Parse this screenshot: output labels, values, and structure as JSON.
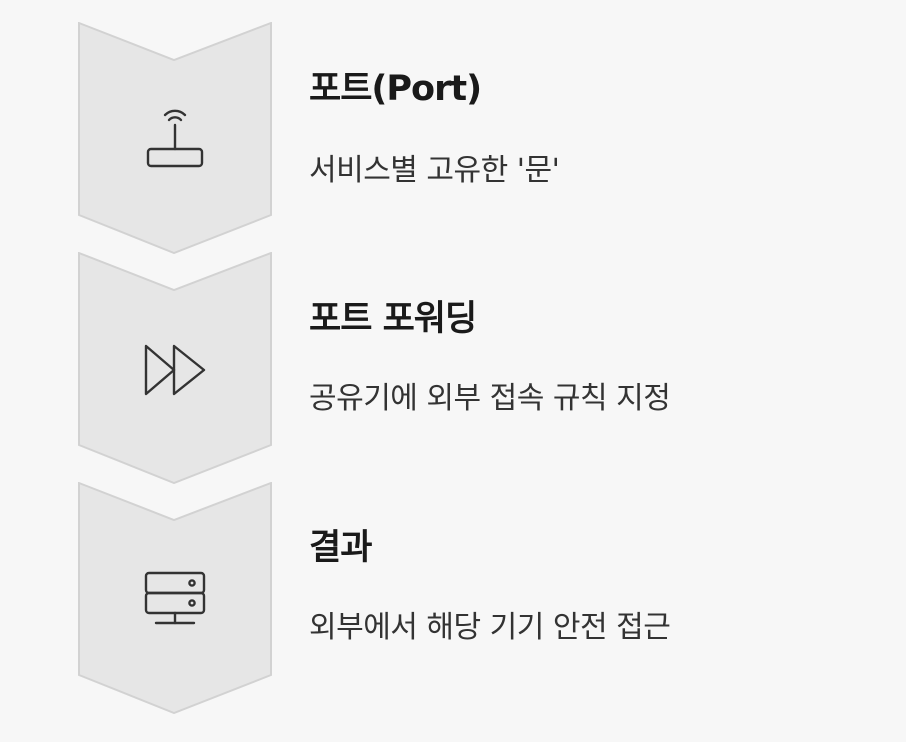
{
  "colors": {
    "background": "#f7f7f7",
    "chevron_fill": "#e6e6e6",
    "chevron_stroke": "#d2d2d2",
    "icon_stroke": "#333333",
    "title": "#1a1a1a",
    "description": "#333333"
  },
  "steps": [
    {
      "icon": "router-icon",
      "title": "포트(Port)",
      "description": "서비스별 고유한 '문'"
    },
    {
      "icon": "fast-forward-icon",
      "title": "포트 포워딩",
      "description": "공유기에 외부 접속 규칙 지정"
    },
    {
      "icon": "server-icon",
      "title": "결과",
      "description": "외부에서 해당 기기 안전 접근"
    }
  ]
}
